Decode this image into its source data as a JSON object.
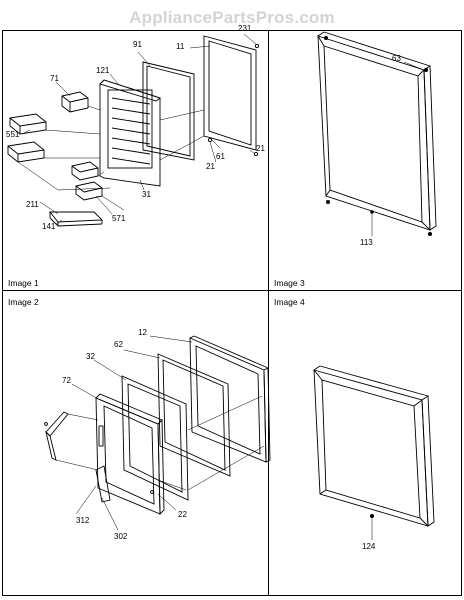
{
  "watermark": "AppliancePartsPros.com",
  "panels": {
    "image1": {
      "label": "Image 1",
      "callouts": [
        "91",
        "11",
        "231",
        "71",
        "121",
        "551",
        "61",
        "21",
        "21",
        "31",
        "211",
        "571",
        "141"
      ]
    },
    "image2": {
      "label": "Image 2",
      "callouts": [
        "12",
        "62",
        "32",
        "72",
        "312",
        "302",
        "22"
      ]
    },
    "image3": {
      "label": "Image 3",
      "callouts": [
        "63",
        "113"
      ]
    },
    "image4": {
      "label": "Image 4",
      "callouts": [
        "124"
      ]
    }
  }
}
